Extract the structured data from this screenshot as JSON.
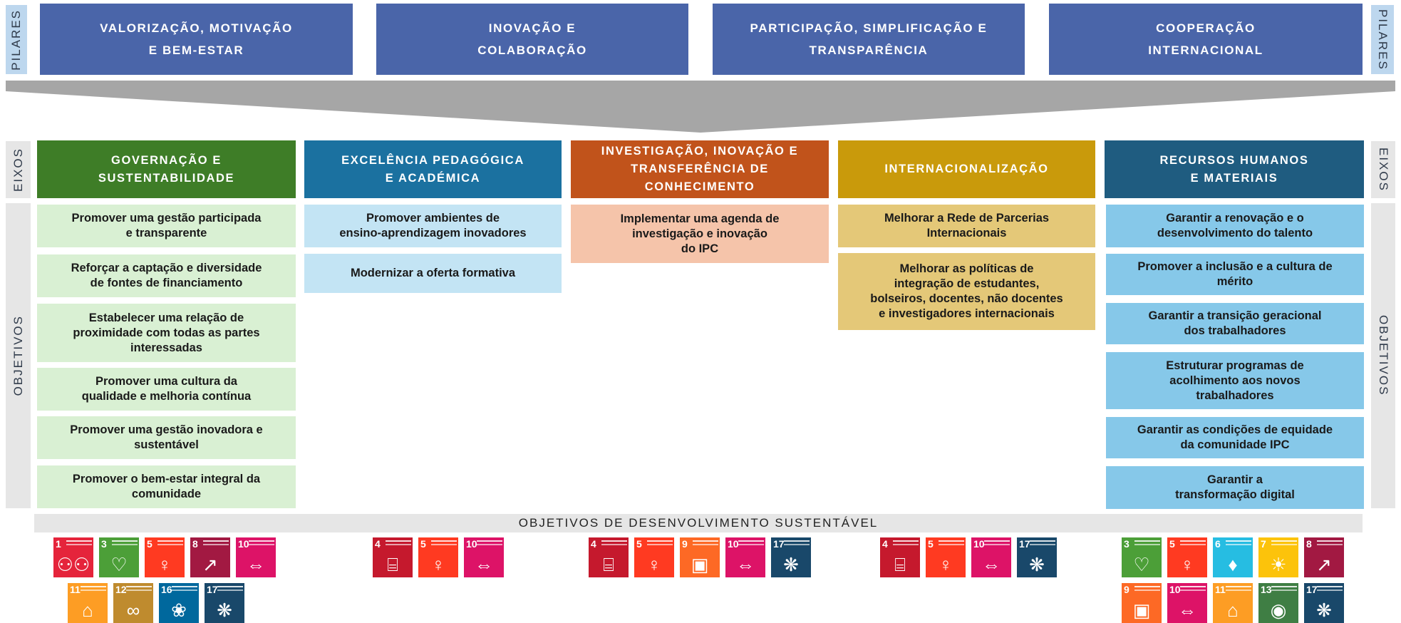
{
  "side_labels": {
    "pilares": "PILARES",
    "eixos": "EIXOS",
    "objetivos": "OBJETIVOS"
  },
  "pillars": [
    "VALORIZAÇÃO, MOTIVAÇÃO\nE BEM-ESTAR",
    "INOVAÇÃO E\nCOLABORAÇÃO",
    "PARTICIPAÇÃO, SIMPLIFICAÇÃO E\nTRANSPARÊNCIA",
    "COOPERAÇÃO\nINTERNACIONAL"
  ],
  "axes": [
    {
      "title": "GOVERNAÇÃO E\nSUSTENTABILIDADE",
      "color": "#3e7d27",
      "objectives": [
        "Promover uma gestão participada\ne transparente",
        "Reforçar a captação e diversidade\nde fontes de financiamento",
        "Estabelecer uma relação de\nproximidade com todas as partes\ninteressadas",
        "Promover uma cultura da\nqualidade e melhoria contínua",
        "Promover uma gestão inovadora e\nsustentável",
        "Promover o bem-estar integral da\ncomunidade"
      ]
    },
    {
      "title": "EXCELÊNCIA PEDAGÓGICA\nE ACADÉMICA",
      "color": "#1b71a0",
      "objectives": [
        "Promover ambientes de\nensino-aprendizagem inovadores",
        "Modernizar a oferta formativa"
      ]
    },
    {
      "title": "INVESTIGAÇÃO, INOVAÇÃO E\nTRANSFERÊNCIA DE\nCONHECIMENTO",
      "color": "#c1531b",
      "objectives": [
        "Implementar uma agenda de\ninvestigação e inovação\ndo IPC"
      ]
    },
    {
      "title": "INTERNACIONALIZAÇÃO",
      "color": "#c99a0b",
      "objectives": [
        "Melhorar a Rede de Parcerias\nInternacionais",
        "Melhorar as políticas de\nintegração de estudantes,\nbolseiros, docentes, não docentes\ne investigadores internacionais"
      ]
    },
    {
      "title": "RECURSOS HUMANOS\nE MATERIAIS",
      "color": "#1f5c80",
      "objectives": [
        "Garantir a renovação e o\ndesenvolvimento do talento",
        "Promover a inclusão e a cultura de\nmérito",
        "Garantir a transição geracional\ndos trabalhadores",
        "Estruturar programas de\nacolhimento aos novos\ntrabalhadores",
        "Garantir as condições de equidade\nda comunidade IPC",
        "Garantir a\ntransformação digital"
      ]
    }
  ],
  "sdg_banner": "OBJETIVOS DE DESENVOLVIMENTO SUSTENTÁVEL",
  "sdg_colors": {
    "1": "#e5243b",
    "3": "#4c9f38",
    "4": "#c5192d",
    "5": "#ff3a21",
    "6": "#26bde2",
    "7": "#fcc30b",
    "8": "#a21942",
    "9": "#fd6925",
    "10": "#dd1367",
    "11": "#fd9d24",
    "12": "#bf8b2e",
    "13": "#3f7e44",
    "16": "#00689d",
    "17": "#19486a"
  },
  "sdg_icons": {
    "1": "family-icon",
    "3": "heartbeat-icon",
    "4": "book-icon",
    "5": "gender-equality-icon",
    "6": "water-drop-icon",
    "7": "sun-icon",
    "8": "growth-chart-icon",
    "9": "cubes-icon",
    "10": "equality-arrows-icon",
    "11": "city-icon",
    "12": "infinity-icon",
    "13": "eye-globe-icon",
    "16": "dove-icon",
    "17": "rings-icon"
  },
  "sdg_groups": [
    [
      [
        1,
        3,
        5,
        8,
        10
      ],
      [
        11,
        12,
        16,
        17
      ]
    ],
    [
      [
        4,
        5,
        10
      ]
    ],
    [
      [
        4,
        5,
        9,
        10,
        17
      ]
    ],
    [
      [
        4,
        5,
        10,
        17
      ]
    ],
    [
      [
        3,
        5,
        6,
        7,
        8
      ],
      [
        9,
        10,
        11,
        13,
        17
      ]
    ]
  ]
}
